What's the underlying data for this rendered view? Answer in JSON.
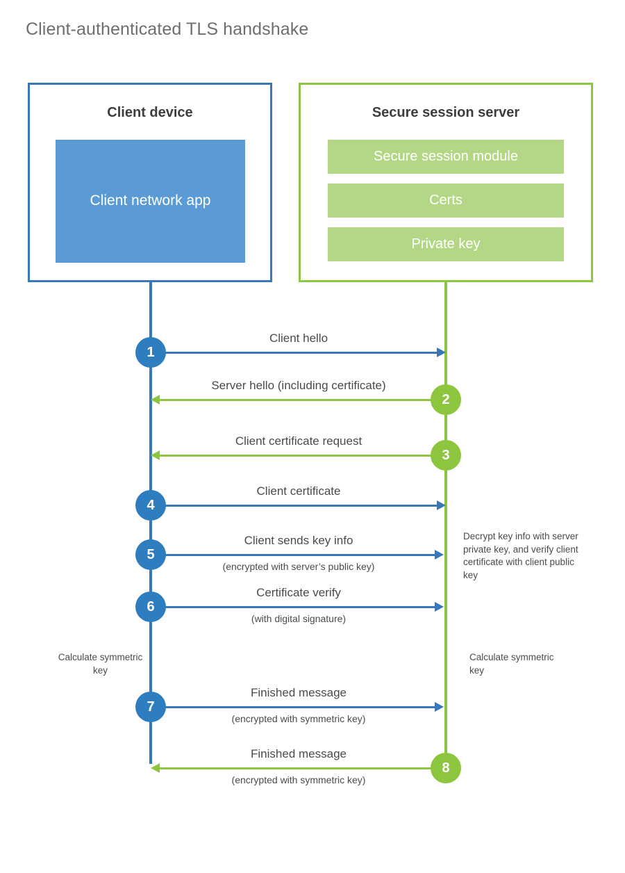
{
  "title": "Client-authenticated TLS handshake",
  "colors": {
    "client_accent": "#3a77b8",
    "client_badge": "#2e7ebf",
    "client_app_fill": "#5b9bd5",
    "server_accent": "#8cc63e",
    "server_item_fill": "#b3d785",
    "title_text": "#6e6e6e",
    "body_text": "#4a4a4a",
    "background": "#ffffff"
  },
  "actors": {
    "client": {
      "title": "Client device",
      "app_label": "Client network app"
    },
    "server": {
      "title": "Secure session server",
      "items": [
        {
          "label": "Secure session module"
        },
        {
          "label": "Certs"
        },
        {
          "label": "Private key"
        }
      ]
    }
  },
  "messages": [
    {
      "step": "1",
      "label": "Client hello",
      "sub": "",
      "direction": "client-to-server",
      "color": "blue"
    },
    {
      "step": "2",
      "label": "Server hello (including certificate)",
      "sub": "",
      "direction": "server-to-client",
      "color": "green"
    },
    {
      "step": "3",
      "label": "Client certificate request",
      "sub": "",
      "direction": "server-to-client",
      "color": "green"
    },
    {
      "step": "4",
      "label": "Client certificate",
      "sub": "",
      "direction": "client-to-server",
      "color": "blue"
    },
    {
      "step": "5",
      "label": "Client sends key info",
      "sub": "(encrypted with server’s public key)",
      "direction": "client-to-server",
      "color": "blue"
    },
    {
      "step": "6",
      "label": "Certificate verify",
      "sub": "(with digital signature)",
      "direction": "client-to-server",
      "color": "blue"
    },
    {
      "step": "7",
      "label": "Finished message",
      "sub": "(encrypted with symmetric key)",
      "direction": "client-to-server",
      "color": "blue"
    },
    {
      "step": "8",
      "label": "Finished message",
      "sub": "(encrypted with symmetric key)",
      "direction": "server-to-client",
      "color": "green"
    }
  ],
  "notes": {
    "server_decrypt": "Decrypt key info with server private key, and verify client certificate with client public key",
    "calculate_symmetric_key_client": "Calculate symmetric key",
    "calculate_symmetric_key_server": "Calculate symmetric key"
  }
}
